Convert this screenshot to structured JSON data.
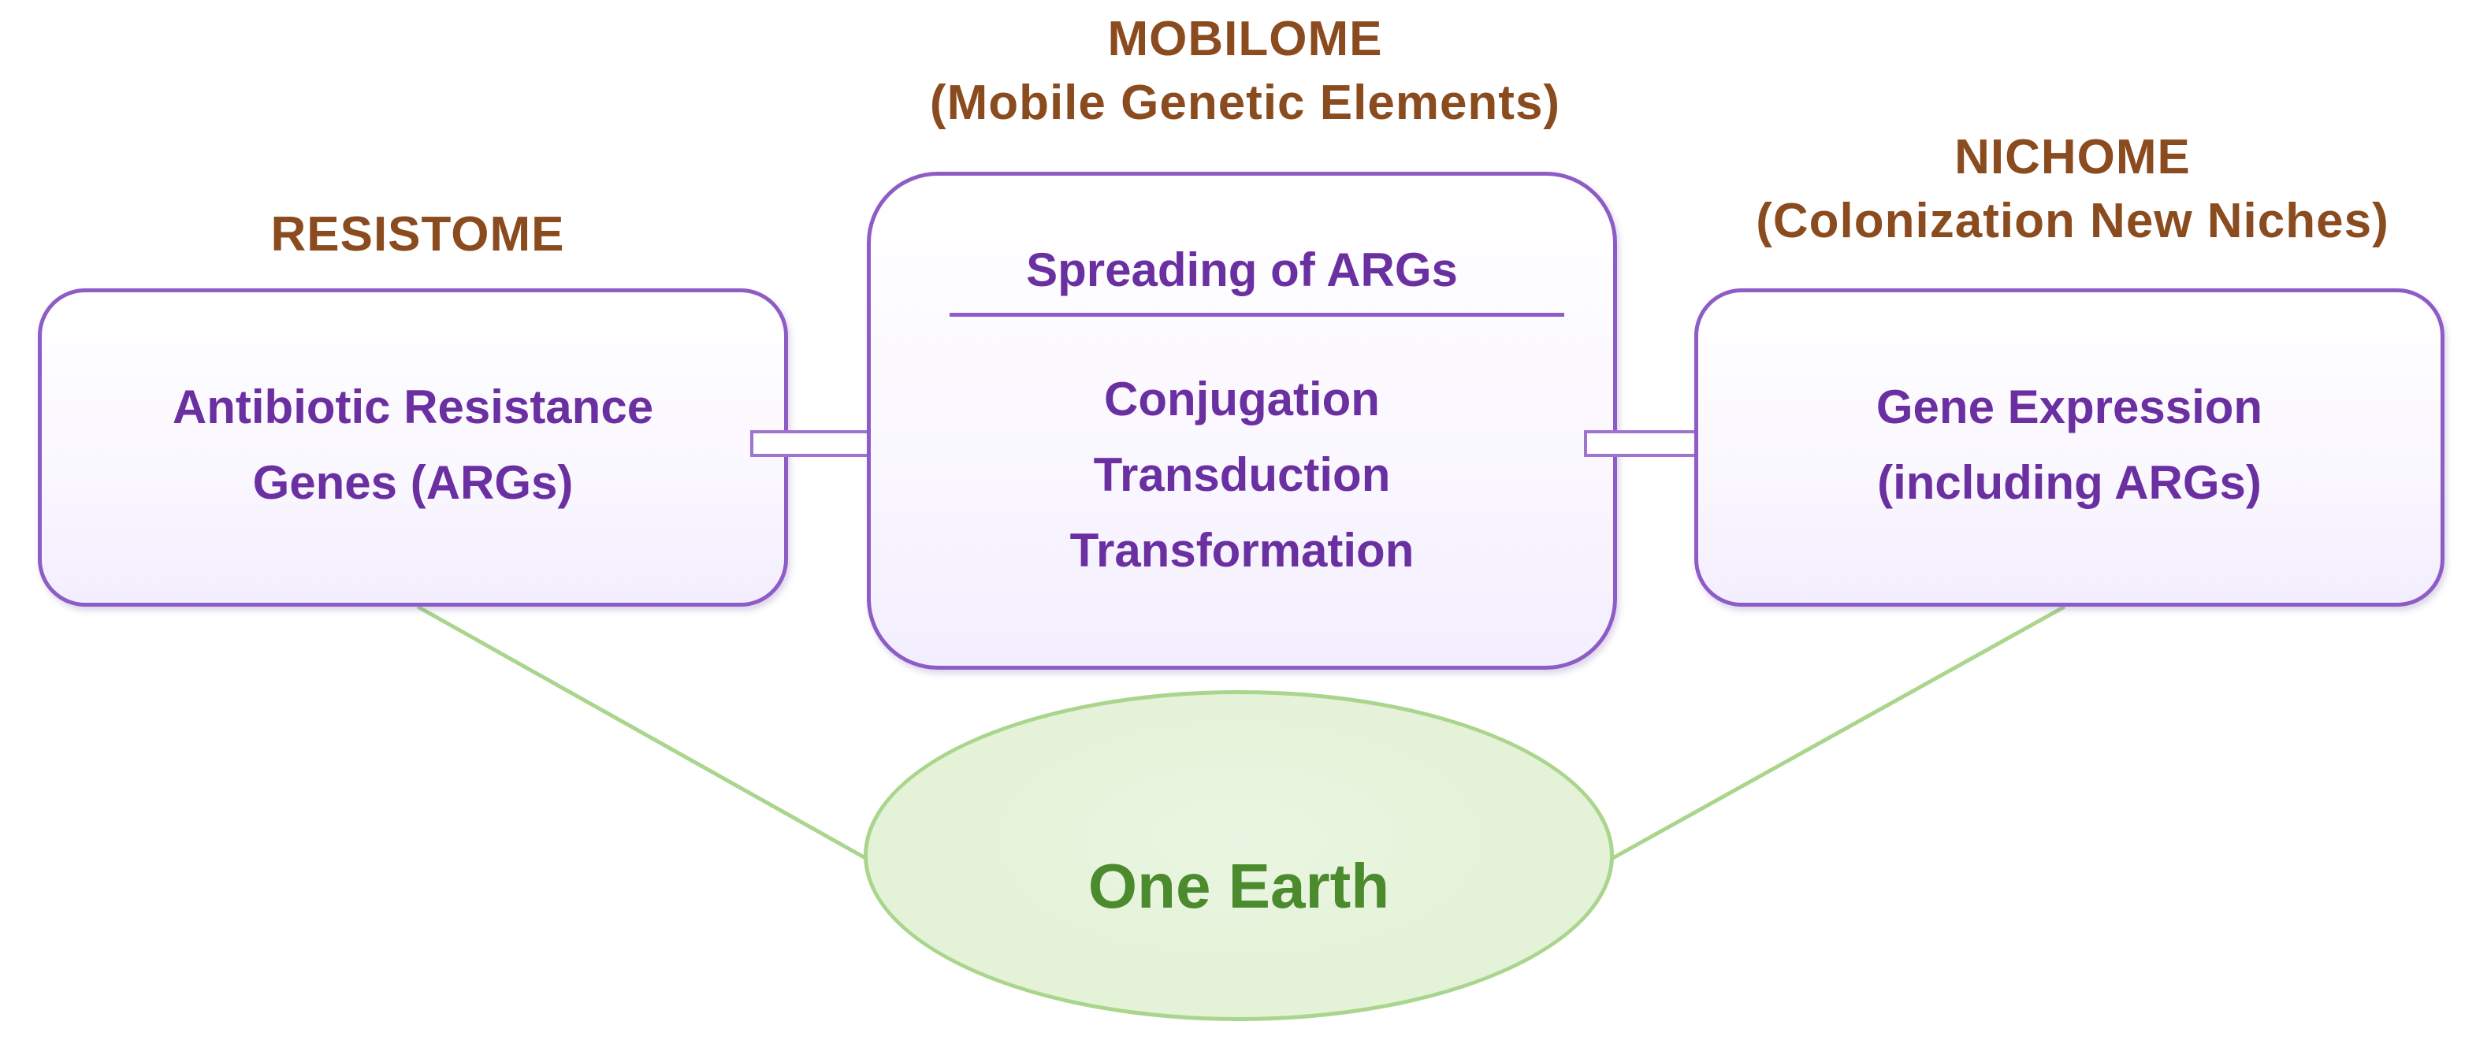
{
  "colors": {
    "heading": "#8a4b1f",
    "box_text": "#6a2fa0",
    "box_border": "#8e5cc6",
    "arrow_fill": "#ffffff",
    "arrow_stroke": "#9d74cf",
    "connector": "#a9d58c",
    "earth_text": "#4c8a2e"
  },
  "resistome": {
    "heading": "RESISTOME",
    "lines": [
      "Antibiotic Resistance",
      "Genes (ARGs)"
    ]
  },
  "mobilome": {
    "heading": "MOBILOME",
    "subheading": "(Mobile Genetic Elements)",
    "title": "Spreading of ARGs",
    "lines": [
      "Conjugation",
      "Transduction",
      "Transformation"
    ]
  },
  "nichome": {
    "heading": "NICHOME",
    "subheading": "(Colonization New Niches)",
    "lines": [
      "Gene Expression",
      "(including ARGs)"
    ]
  },
  "earth": {
    "label": "One Earth"
  }
}
